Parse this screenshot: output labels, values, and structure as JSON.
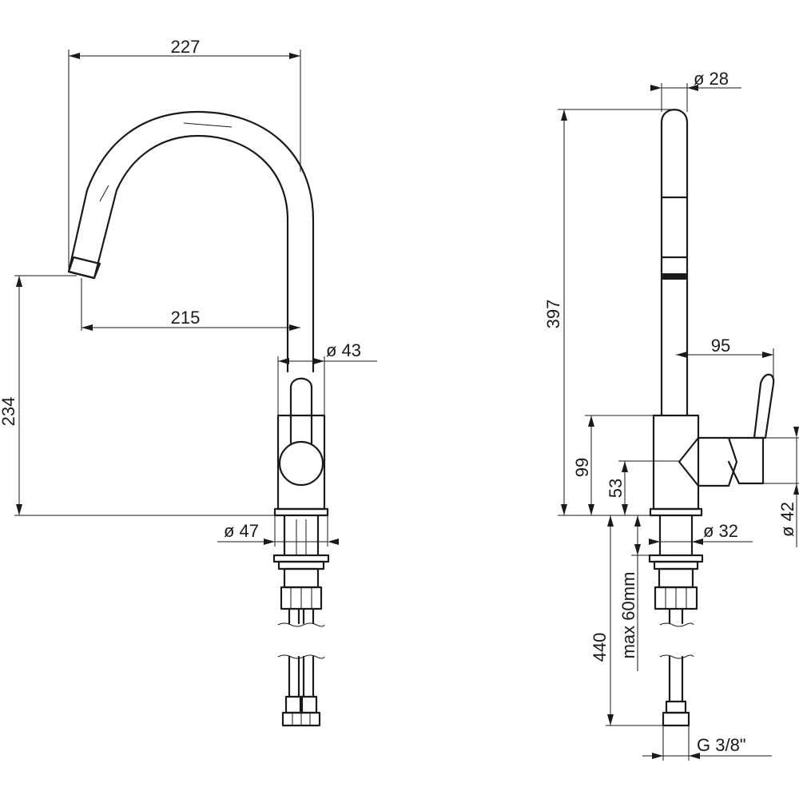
{
  "dimensions": {
    "front_width_top": "227",
    "front_spout_reach": "215",
    "front_height": "234",
    "front_diameter_body": "ø 43",
    "front_diameter_base": "ø 47",
    "side_diameter_spout": "ø 28",
    "side_height": "397",
    "side_lever_reach": "95",
    "side_body_height": "99",
    "side_lever_height": "53",
    "side_lever_diameter": "ø 42",
    "side_shank_diameter": "ø 32",
    "side_hose_length": "440",
    "side_max_counter": "max 60mm",
    "side_thread": "G 3/8\""
  }
}
